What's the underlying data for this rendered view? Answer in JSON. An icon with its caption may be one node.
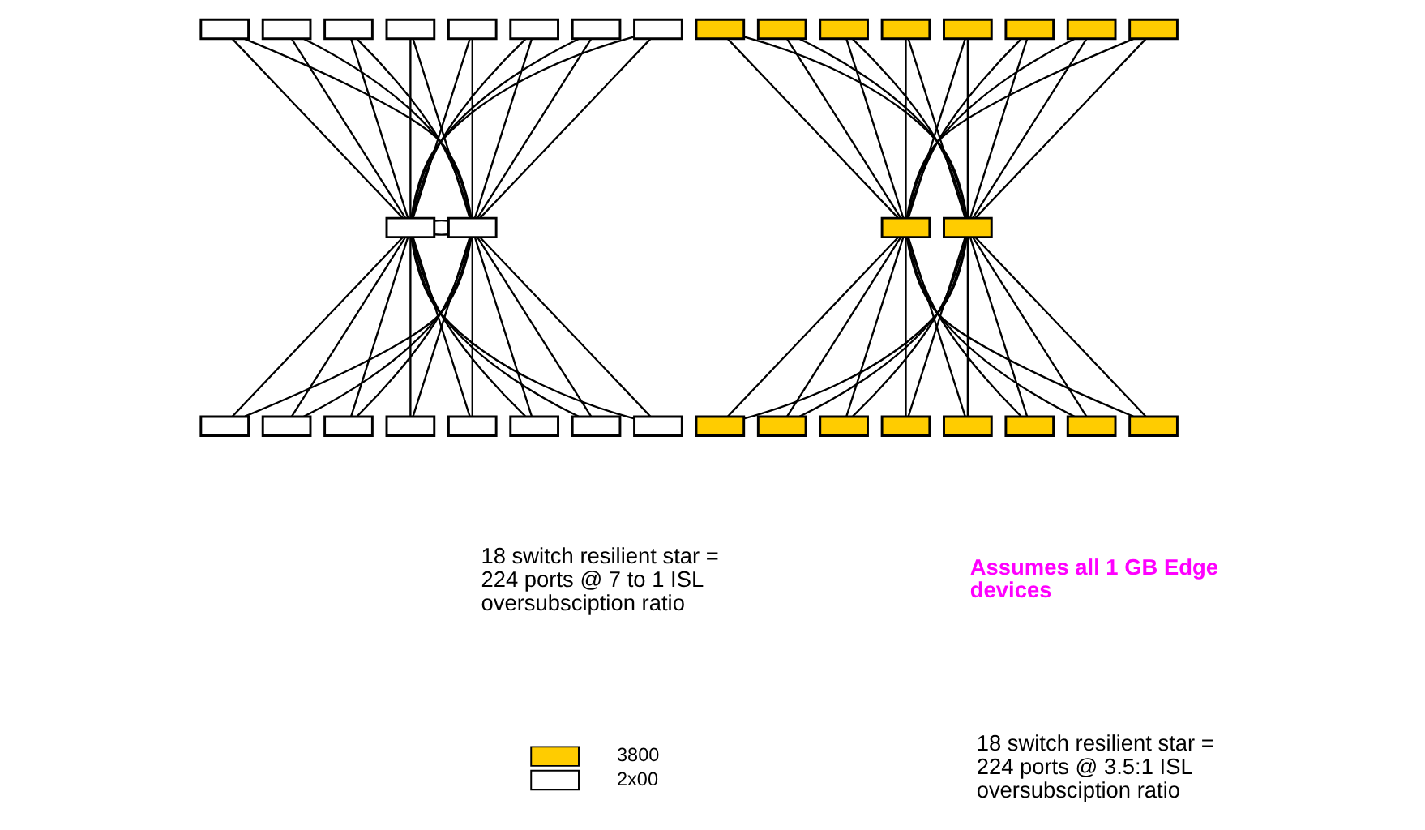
{
  "diagram": {
    "nodes": [
      {
        "text": [],
        "shape": "box"
      },
      {
        "text": [],
        "shape": "box"
      },
      {
        "text": [],
        "shape": "box"
      },
      {
        "text": [],
        "shape": "box"
      },
      {
        "text": [],
        "shape": "box"
      },
      {
        "text": [],
        "shape": "box"
      },
      {
        "text": [],
        "shape": "box"
      },
      {
        "text": [],
        "shape": "box"
      },
      {
        "text": [],
        "shape": "box"
      },
      {
        "text": [],
        "shape": "box"
      },
      {
        "text": [],
        "shape": "box"
      },
      {
        "text": [],
        "shape": "box"
      },
      {
        "text": [],
        "shape": "box"
      },
      {
        "text": [],
        "shape": "box"
      },
      {
        "text": [],
        "shape": "box"
      },
      {
        "text": [],
        "shape": "box"
      },
      {
        "text": [],
        "shape": "box"
      },
      {
        "text": [],
        "shape": "box"
      },
      {
        "text": [],
        "shape": "box"
      },
      {
        "text": [],
        "shape": "box"
      },
      {
        "text": [],
        "shape": "box"
      },
      {
        "text": [],
        "shape": "box"
      },
      {
        "text": [],
        "shape": "box"
      },
      {
        "text": [],
        "shape": "box"
      },
      {
        "text": [],
        "shape": "box"
      },
      {
        "text": [],
        "shape": "box"
      },
      {
        "text": [],
        "shape": "box"
      },
      {
        "text": [],
        "shape": "box"
      },
      {
        "text": [],
        "shape": "box"
      },
      {
        "text": [],
        "shape": "box"
      },
      {
        "text": [],
        "shape": "box"
      },
      {
        "text": [],
        "shape": "box"
      },
      {
        "text": [],
        "shape": "box"
      },
      {
        "text": [],
        "shape": "box"
      },
      {
        "text": [],
        "shape": "box"
      },
      {
        "text": [],
        "shape": "box"
      }
    ],
    "edges": [
      {
        "from": 0,
        "to": 8,
        "arrow": "none"
      },
      {
        "from": 0,
        "to": 9,
        "arrow": "none"
      },
      {
        "from": 1,
        "to": 8,
        "arrow": "none"
      },
      {
        "from": 1,
        "to": 9,
        "arrow": "none"
      },
      {
        "from": 2,
        "to": 8,
        "arrow": "none"
      },
      {
        "from": 2,
        "to": 9,
        "arrow": "none"
      },
      {
        "from": 3,
        "to": 8,
        "arrow": "none"
      },
      {
        "from": 3,
        "to": 9,
        "arrow": "none"
      },
      {
        "from": 4,
        "to": 8,
        "arrow": "none"
      },
      {
        "from": 4,
        "to": 9,
        "arrow": "none"
      },
      {
        "from": 5,
        "to": 8,
        "arrow": "none"
      },
      {
        "from": 5,
        "to": 9,
        "arrow": "none"
      },
      {
        "from": 6,
        "to": 8,
        "arrow": "none"
      },
      {
        "from": 6,
        "to": 9,
        "arrow": "none"
      },
      {
        "from": 7,
        "to": 8,
        "arrow": "none"
      },
      {
        "from": 7,
        "to": 9,
        "arrow": "none"
      },
      {
        "from": 8,
        "to": 9,
        "arrow": "none"
      },
      {
        "from": 8,
        "to": 9,
        "arrow": "none"
      },
      {
        "from": 8,
        "to": 10,
        "arrow": "none"
      },
      {
        "from": 9,
        "to": 10,
        "arrow": "none"
      },
      {
        "from": 8,
        "to": 11,
        "arrow": "none"
      },
      {
        "from": 9,
        "to": 11,
        "arrow": "none"
      },
      {
        "from": 8,
        "to": 12,
        "arrow": "none"
      },
      {
        "from": 9,
        "to": 12,
        "arrow": "none"
      },
      {
        "from": 8,
        "to": 13,
        "arrow": "none"
      },
      {
        "from": 9,
        "to": 13,
        "arrow": "none"
      },
      {
        "from": 8,
        "to": 14,
        "arrow": "none"
      },
      {
        "from": 9,
        "to": 14,
        "arrow": "none"
      },
      {
        "from": 8,
        "to": 15,
        "arrow": "none"
      },
      {
        "from": 9,
        "to": 15,
        "arrow": "none"
      },
      {
        "from": 8,
        "to": 16,
        "arrow": "none"
      },
      {
        "from": 9,
        "to": 16,
        "arrow": "none"
      },
      {
        "from": 8,
        "to": 17,
        "arrow": "none"
      },
      {
        "from": 9,
        "to": 17,
        "arrow": "none"
      },
      {
        "from": 18,
        "to": 26,
        "arrow": "none"
      },
      {
        "from": 18,
        "to": 27,
        "arrow": "none"
      },
      {
        "from": 19,
        "to": 26,
        "arrow": "none"
      },
      {
        "from": 19,
        "to": 27,
        "arrow": "none"
      },
      {
        "from": 20,
        "to": 26,
        "arrow": "none"
      },
      {
        "from": 20,
        "to": 27,
        "arrow": "none"
      },
      {
        "from": 21,
        "to": 26,
        "arrow": "none"
      },
      {
        "from": 21,
        "to": 27,
        "arrow": "none"
      },
      {
        "from": 22,
        "to": 26,
        "arrow": "none"
      },
      {
        "from": 22,
        "to": 27,
        "arrow": "none"
      },
      {
        "from": 23,
        "to": 26,
        "arrow": "none"
      },
      {
        "from": 23,
        "to": 27,
        "arrow": "none"
      },
      {
        "from": 24,
        "to": 26,
        "arrow": "none"
      },
      {
        "from": 24,
        "to": 27,
        "arrow": "none"
      },
      {
        "from": 25,
        "to": 26,
        "arrow": "none"
      },
      {
        "from": 25,
        "to": 27,
        "arrow": "none"
      },
      {
        "from": 26,
        "to": 28,
        "arrow": "none"
      },
      {
        "from": 27,
        "to": 28,
        "arrow": "none"
      },
      {
        "from": 26,
        "to": 29,
        "arrow": "none"
      },
      {
        "from": 27,
        "to": 29,
        "arrow": "none"
      },
      {
        "from": 26,
        "to": 30,
        "arrow": "none"
      },
      {
        "from": 27,
        "to": 30,
        "arrow": "none"
      },
      {
        "from": 26,
        "to": 31,
        "arrow": "none"
      },
      {
        "from": 27,
        "to": 31,
        "arrow": "none"
      },
      {
        "from": 26,
        "to": 32,
        "arrow": "none"
      },
      {
        "from": 27,
        "to": 32,
        "arrow": "none"
      },
      {
        "from": 26,
        "to": 33,
        "arrow": "none"
      },
      {
        "from": 27,
        "to": 33,
        "arrow": "none"
      },
      {
        "from": 26,
        "to": 34,
        "arrow": "none"
      },
      {
        "from": 27,
        "to": 34,
        "arrow": "none"
      },
      {
        "from": 26,
        "to": 35,
        "arrow": "none"
      },
      {
        "from": 27,
        "to": 35,
        "arrow": "none"
      }
    ],
    "labels": [
      "18 switch resilient star = 224 ports @ 7 to 1 ISL oversubsciption ratio",
      "Assumes all 1 GB Edge devices",
      "18 switch resilient star = 224 ports @ 3.5:1 ISL oversubsciption ratio"
    ],
    "legend": [
      {
        "text": "3800",
        "color": "#ffcc00"
      },
      {
        "text": "2x00",
        "color": "#ffffff"
      }
    ]
  }
}
